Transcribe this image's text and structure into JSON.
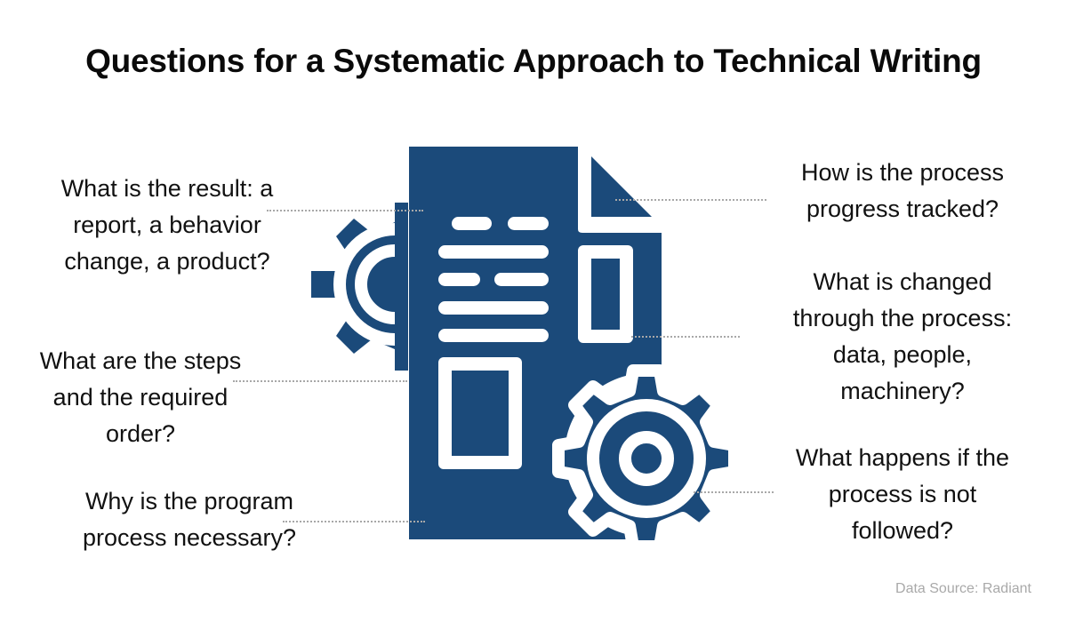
{
  "title": "Questions for a Systematic Approach to Technical Writing",
  "colors": {
    "icon_blue": "#1b4a7a",
    "dotted_line": "#a8a8a8",
    "source_text": "#a9a9a9"
  },
  "illustration": {
    "icons": [
      "document-icon",
      "gear-icon",
      "gear-icon"
    ]
  },
  "questions_left": [
    {
      "lines": [
        "What is the result: a",
        "report, a behavior",
        "change, a product?"
      ]
    },
    {
      "lines": [
        "What are the steps",
        "and the required",
        "order?"
      ]
    },
    {
      "lines": [
        "Why is the program",
        "process necessary?"
      ]
    }
  ],
  "questions_right": [
    {
      "lines": [
        "How is the process",
        "progress tracked?"
      ]
    },
    {
      "lines": [
        "What is changed",
        "through the process:",
        "data, people,",
        "machinery?"
      ]
    },
    {
      "lines": [
        "What happens if the",
        "process is not",
        "followed?"
      ]
    }
  ],
  "source": "Data Source: Radiant"
}
